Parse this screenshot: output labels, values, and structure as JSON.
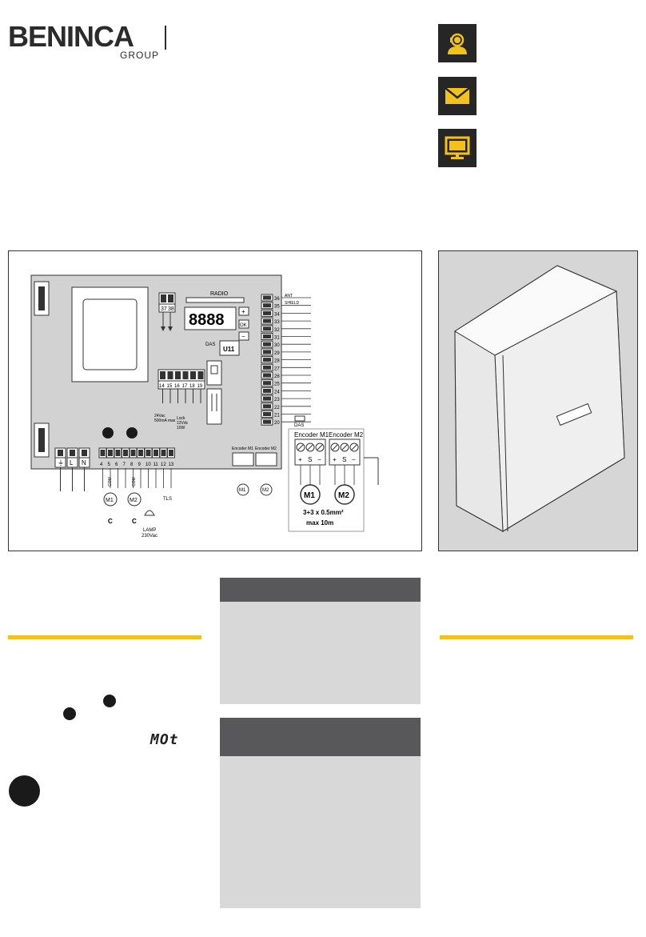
{
  "brand": {
    "name": "BENINCA",
    "sub": "GROUP"
  },
  "icons": [
    "support-icon",
    "mail-icon",
    "monitor-icon"
  ],
  "accent_color": "#f2c11c",
  "diagram": {
    "radio_label": "RADIO",
    "display_text": "8888",
    "btn_plus": "+",
    "btn_ok": "OK",
    "btn_minus": "−",
    "das_label": "DAS",
    "u11_label": "U11",
    "term_37": "37",
    "term_38": "38",
    "terms_14_19": [
      "14",
      "15",
      "16",
      "17",
      "18",
      "19"
    ],
    "label_24vac": "24Vac",
    "label_500ma": "500mA max",
    "label_lock": "Lock",
    "label_12vdc": "12Vdc",
    "label_10w": "10W",
    "terms_right": [
      "36",
      "35",
      "34",
      "33",
      "32",
      "31",
      "30",
      "29",
      "28",
      "27",
      "26",
      "25",
      "24",
      "23",
      "22",
      "21",
      "20"
    ],
    "ant_label": "ANT",
    "shield_label": "SHIELD",
    "das_bottom": "DAS",
    "power_terms": [
      "⏚",
      "L",
      "N"
    ],
    "motor_terms": [
      "4",
      "5",
      "6",
      "7",
      "8",
      "9",
      "10",
      "11",
      "12",
      "13"
    ],
    "com_label": "COM",
    "m1": "M1",
    "m2": "M2",
    "cap_label": "C",
    "tls_label": "TLS",
    "lamp_label": "LAMP",
    "lamp_volt": "230Vac",
    "enc_m1_small": "Encoder M1",
    "enc_m2_small": "Encoder M2",
    "enc_m1": "Encoder M1",
    "enc_m2": "Encoder M2",
    "enc_signs": [
      "+",
      "S",
      "−"
    ],
    "cable_spec": "3+3 x 0.5mm²",
    "cable_max": "max 10m"
  },
  "display_code": "MOt"
}
